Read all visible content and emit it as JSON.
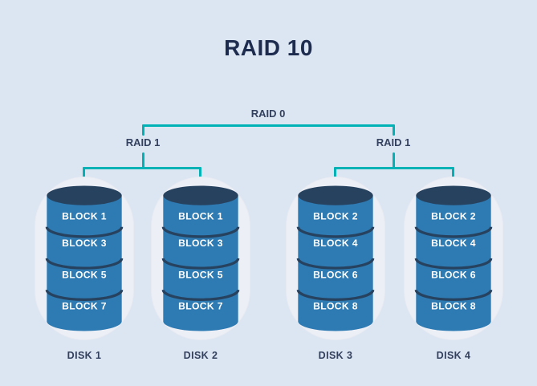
{
  "title": "RAID 10",
  "tree": {
    "root_label": "RAID 0",
    "left_label": "RAID 1",
    "right_label": "RAID 1"
  },
  "disks": [
    {
      "name": "DISK 1",
      "blocks": [
        "BLOCK 1",
        "BLOCK 3",
        "BLOCK 5",
        "BLOCK 7"
      ]
    },
    {
      "name": "DISK 2",
      "blocks": [
        "BLOCK 1",
        "BLOCK 3",
        "BLOCK 5",
        "BLOCK 7"
      ]
    },
    {
      "name": "DISK 3",
      "blocks": [
        "BLOCK 2",
        "BLOCK 4",
        "BLOCK 6",
        "BLOCK 8"
      ]
    },
    {
      "name": "DISK 4",
      "blocks": [
        "BLOCK 2",
        "BLOCK 4",
        "BLOCK 6",
        "BLOCK 8"
      ]
    }
  ],
  "colors": {
    "background": "#dce5f2",
    "title": "#1d2b4f",
    "label": "#33405e",
    "connector": "#00b1b5",
    "cylinder_body": "#2e7ab2",
    "cylinder_top": "#27425f",
    "capsule": "#eceff6"
  }
}
